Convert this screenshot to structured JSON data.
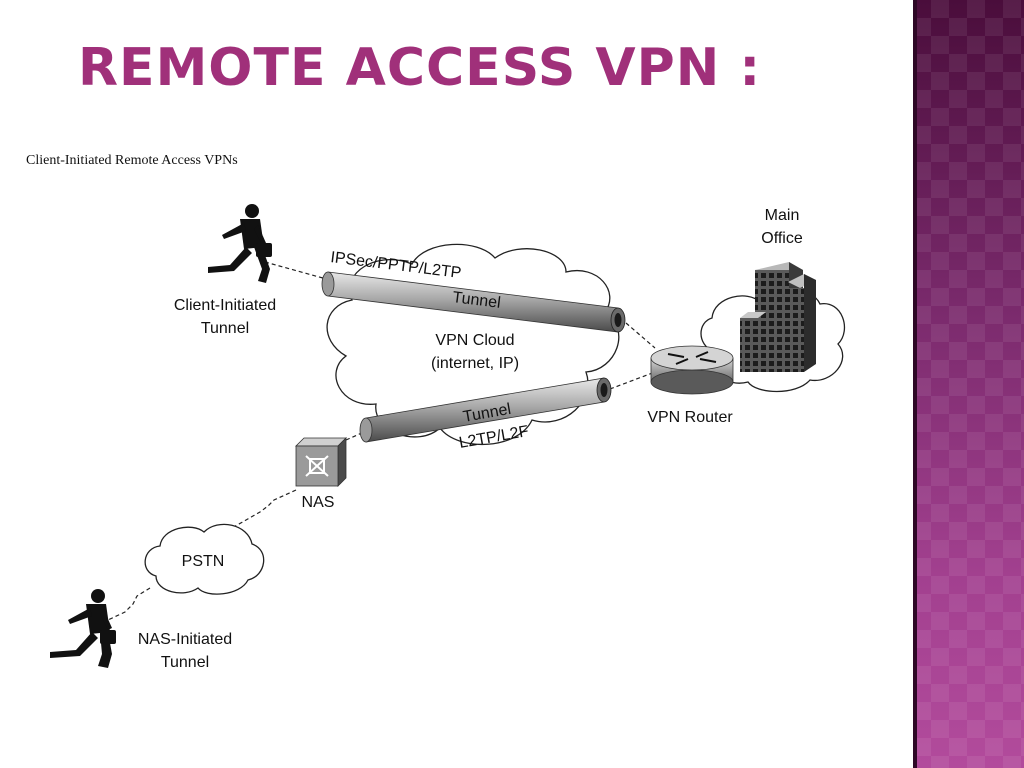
{
  "slide": {
    "title": "REMOTE ACCESS VPN :"
  },
  "diagram": {
    "caption": "Client-Initiated Remote Access VPNs",
    "client_label_1": "Client-Initiated",
    "client_label_2": "Tunnel",
    "top_tunnel_protocol": "IPSec/PPTP/L2TP",
    "top_tunnel_label": "Tunnel",
    "cloud_label_1": "VPN Cloud",
    "cloud_label_2": "(internet, IP)",
    "bottom_tunnel_label": "Tunnel",
    "bottom_tunnel_protocol": "L2TP/L2F",
    "main_office_1": "Main",
    "main_office_2": "Office",
    "router_label": "VPN Router",
    "nas_label": "NAS",
    "pstn_label": "PSTN",
    "nas_client_label_1": "NAS-Initiated",
    "nas_client_label_2": "Tunnel"
  },
  "colors": {
    "title": "#a0307a",
    "sidebar_top": "#4a0d3b",
    "sidebar_bottom": "#b24b9c"
  }
}
